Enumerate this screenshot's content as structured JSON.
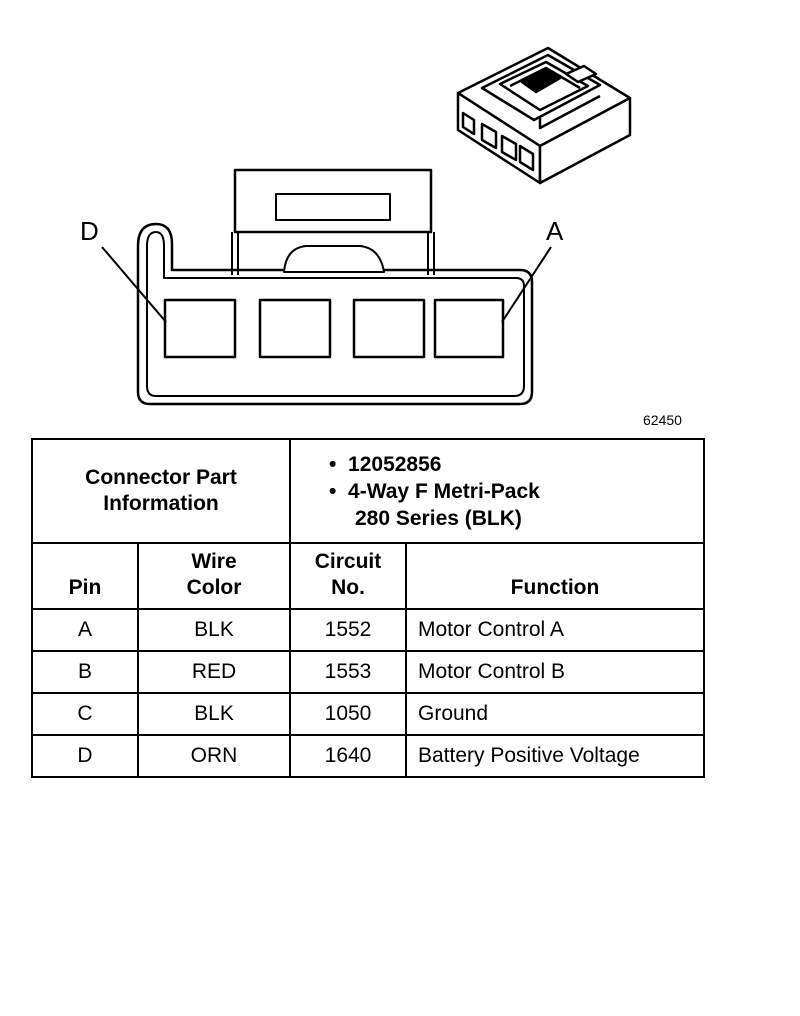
{
  "diagram": {
    "figure_id": "62450",
    "pin_callouts": {
      "left": "D",
      "right": "A"
    }
  },
  "connector_info": {
    "label_line1": "Connector Part",
    "label_line2": "Information",
    "part_number": "12052856",
    "description_line1": "4-Way F Metri-Pack",
    "description_line2": "280 Series (BLK)",
    "bullet": "•"
  },
  "table": {
    "headers": {
      "pin": "Pin",
      "wire_color_line1": "Wire",
      "wire_color_line2": "Color",
      "circuit_line1": "Circuit",
      "circuit_line2": "No.",
      "function": "Function"
    },
    "rows": [
      {
        "pin": "A",
        "wire_color": "BLK",
        "circuit": "1552",
        "function": "Motor Control A"
      },
      {
        "pin": "B",
        "wire_color": "RED",
        "circuit": "1553",
        "function": "Motor Control B"
      },
      {
        "pin": "C",
        "wire_color": "BLK",
        "circuit": "1050",
        "function": "Ground"
      },
      {
        "pin": "D",
        "wire_color": "ORN",
        "circuit": "1640",
        "function": "Battery Positive Voltage"
      }
    ]
  }
}
